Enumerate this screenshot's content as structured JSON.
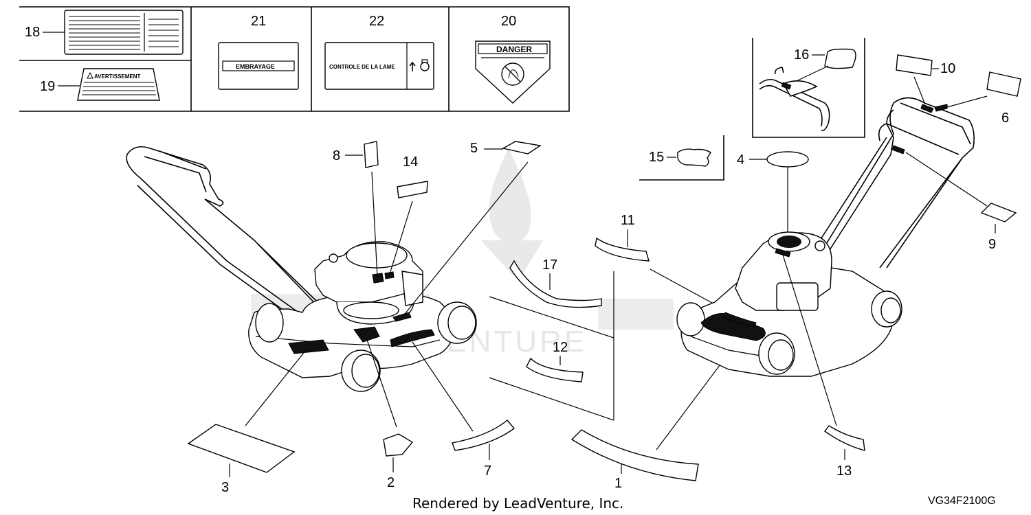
{
  "diagram": {
    "callouts": {
      "c1": "1",
      "c2": "2",
      "c3": "3",
      "c4": "4",
      "c5": "5",
      "c6": "6",
      "c7": "7",
      "c8": "8",
      "c9": "9",
      "c10": "10",
      "c11": "11",
      "c12": "12",
      "c13": "13",
      "c14": "14",
      "c15": "15",
      "c16": "16",
      "c17": "17",
      "c18": "18",
      "c19": "19",
      "c20": "20",
      "c21": "21",
      "c22": "22"
    },
    "labels": {
      "embrayage": "EMBRAYAGE",
      "controle": "CONTROLE DE LA LAME",
      "danger": "DANGER",
      "avertissement": "AVERTISSEMENT"
    },
    "watermark": "LEADVENTURE",
    "footer": "Rendered by LeadVenture, Inc.",
    "diagram_code": "VG34F2100G",
    "icons": [
      "warning-triangle-icon",
      "hand-prohibited-icon",
      "arrow-up-icon",
      "engine-icon"
    ]
  }
}
